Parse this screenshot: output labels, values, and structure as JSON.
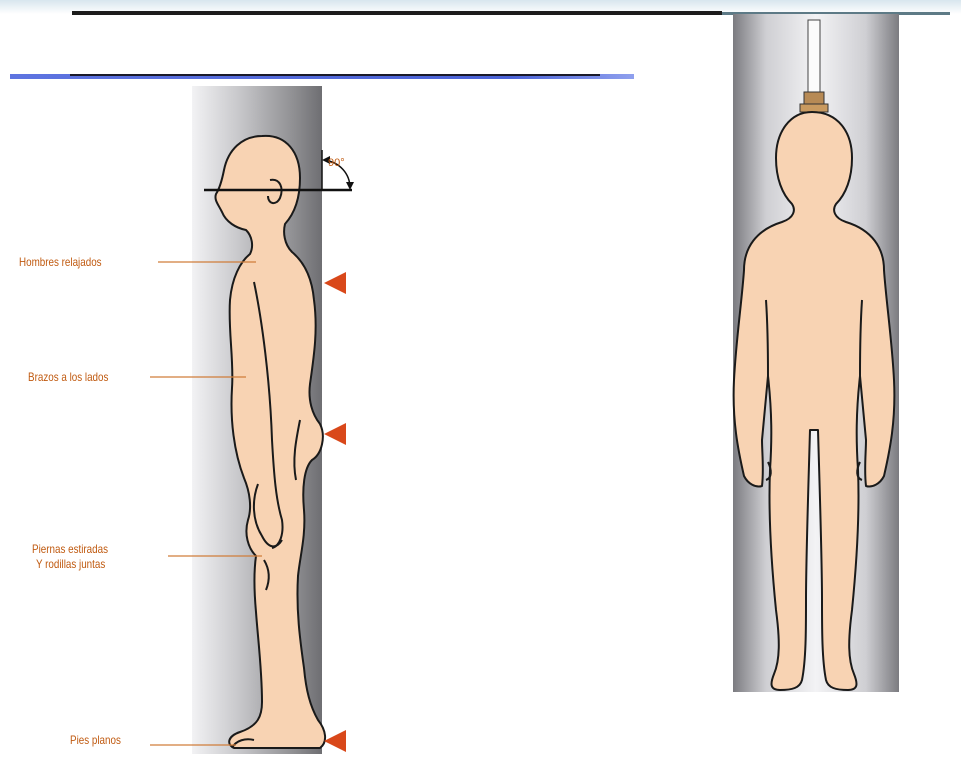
{
  "annotations": {
    "angle": "90°",
    "shoulders": "Hombres relajados",
    "arms": "Brazos a los lados",
    "legs_line1": "Piernas estiradas",
    "legs_line2": "Y rodillas juntas",
    "feet": "Pies planos"
  },
  "colors": {
    "skin": "#f8d3b3",
    "outline": "#1a1a1a",
    "label": "#c05a10",
    "marker": "#d9481a",
    "header_blue": "#4b63d8"
  }
}
